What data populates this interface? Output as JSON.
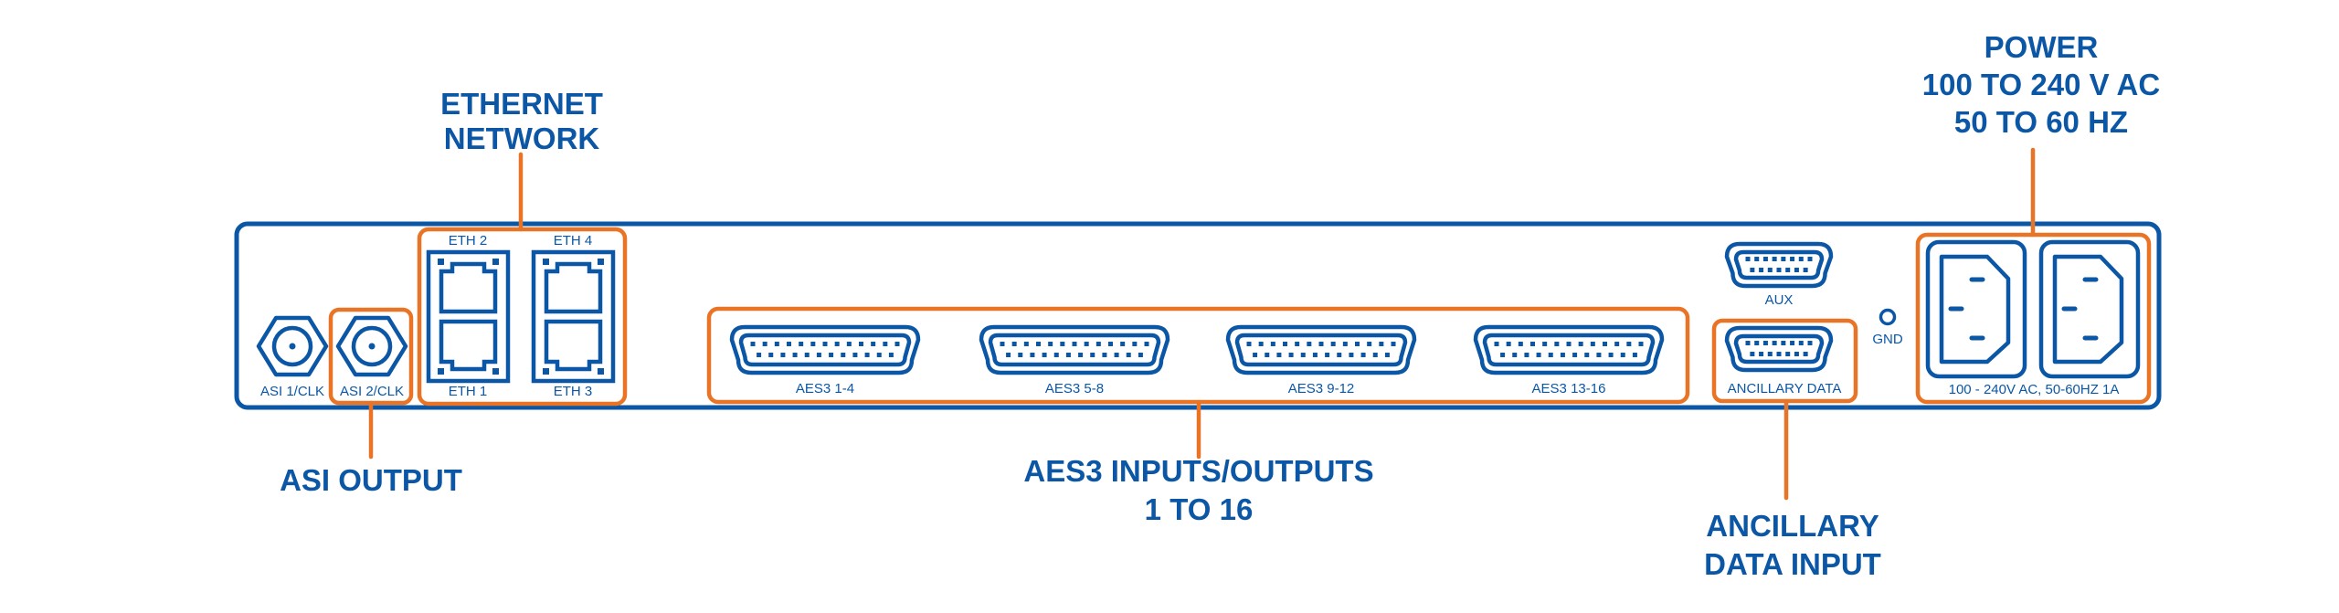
{
  "colors": {
    "panel": "#0b57a6",
    "highlight": "#ea7425",
    "background": "#ffffff"
  },
  "callouts": {
    "ethernet": {
      "lines": [
        "ETHERNET",
        "NETWORK"
      ]
    },
    "power": {
      "lines": [
        "POWER",
        "100 TO 240 V AC",
        "50 TO 60 HZ"
      ]
    },
    "asi": {
      "lines": [
        "ASI OUTPUT"
      ]
    },
    "aes3": {
      "lines": [
        "AES3 INPUTS/OUTPUTS",
        "1 TO 16"
      ]
    },
    "ancillary": {
      "lines": [
        "ANCILLARY",
        "DATA INPUT"
      ]
    }
  },
  "ports": {
    "asi": [
      {
        "label": "ASI 1/CLK",
        "icon": "bnc-connector-icon"
      },
      {
        "label": "ASI 2/CLK",
        "icon": "bnc-connector-icon"
      }
    ],
    "ethernet": [
      {
        "label": "ETH 2",
        "icon": "rj45-port-icon"
      },
      {
        "label": "ETH 1",
        "icon": "rj45-port-icon"
      },
      {
        "label": "ETH 4",
        "icon": "rj45-port-icon"
      },
      {
        "label": "ETH 3",
        "icon": "rj45-port-icon"
      }
    ],
    "aes3": [
      {
        "label": "AES3 1-4",
        "icon": "db25-connector-icon"
      },
      {
        "label": "AES3 5-8",
        "icon": "db25-connector-icon"
      },
      {
        "label": "AES3 9-12",
        "icon": "db25-connector-icon"
      },
      {
        "label": "AES3 13-16",
        "icon": "db25-connector-icon"
      }
    ],
    "aux": {
      "label": "AUX",
      "icon": "db15-connector-icon"
    },
    "ancillary": {
      "label": "ANCILLARY DATA",
      "icon": "db15-connector-icon"
    },
    "gnd": {
      "label": "GND",
      "icon": "ground-terminal-icon"
    },
    "power": {
      "label": "100 - 240V AC, 50-60HZ 1A",
      "icon": "iec-power-inlet-icon",
      "count": 2
    }
  }
}
